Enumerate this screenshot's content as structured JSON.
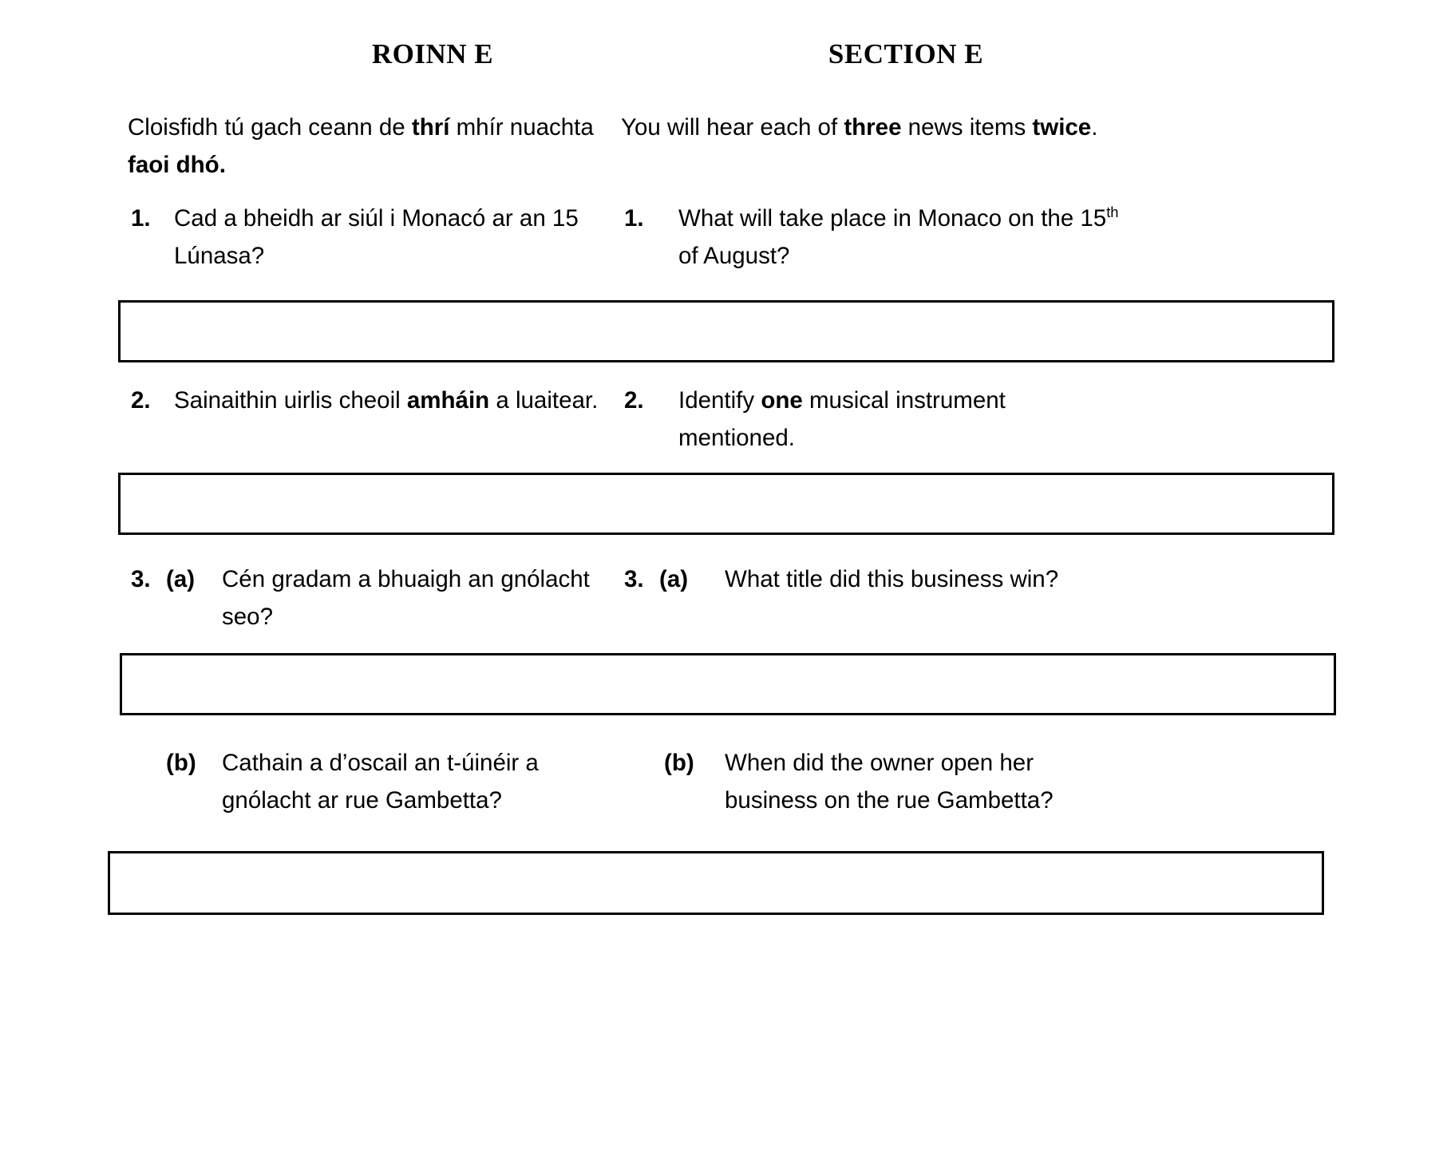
{
  "document": {
    "section_title_irish": "ROINN E",
    "section_title_english": "SECTION E",
    "language_left": "Irish",
    "language_right": "English"
  },
  "intro": {
    "irish": {
      "part1": "Cloisfidh tú gach ceann de ",
      "bold1": "thrí",
      "part2": " mhír nuachta ",
      "bold2": "faoi dhó."
    },
    "english": {
      "part1": "You will hear each of ",
      "bold1": "three",
      "part2": " news items ",
      "bold2": "twice",
      "part3": "."
    }
  },
  "questions": [
    {
      "number": "1.",
      "irish": {
        "line1": "Cad a bheidh ar siúl i Monacó ar an 15",
        "line2": "Lúnasa?"
      },
      "english": {
        "line1_pre": "What will take place in Monaco on the 15",
        "line1_sup": "th",
        "line2": "of August?"
      }
    },
    {
      "number": "2.",
      "irish": {
        "pre": "Sainaithin uirlis cheoil ",
        "bold": "amháin",
        "post": " a luaitear."
      },
      "english": {
        "pre": "Identify ",
        "bold": "one",
        "post": " musical instrument",
        "line2": "mentioned."
      }
    },
    {
      "number": "3.",
      "label_a": "(a)",
      "label_b": "(b)",
      "irish_a": {
        "line1": "Cén gradam a bhuaigh an gnólacht",
        "line2": "seo?"
      },
      "english_a": {
        "line1": "What title did this business win?"
      },
      "irish_b": {
        "line1": "Cathain a d’oscail an t-úinéir a",
        "line2": "gnólacht ar rue Gambetta?"
      },
      "english_b": {
        "line1": "When did the owner open her",
        "line2": "business on the rue Gambetta?"
      }
    }
  ],
  "answer_boxes": [
    {
      "id": "answer-box-1",
      "for_question": "1"
    },
    {
      "id": "answer-box-2",
      "for_question": "2"
    },
    {
      "id": "answer-box-3a",
      "for_question": "3a"
    },
    {
      "id": "answer-box-3b",
      "for_question": "3b"
    }
  ],
  "colors": {
    "text": "#000000",
    "background": "#ffffff",
    "box_border": "#000000"
  }
}
